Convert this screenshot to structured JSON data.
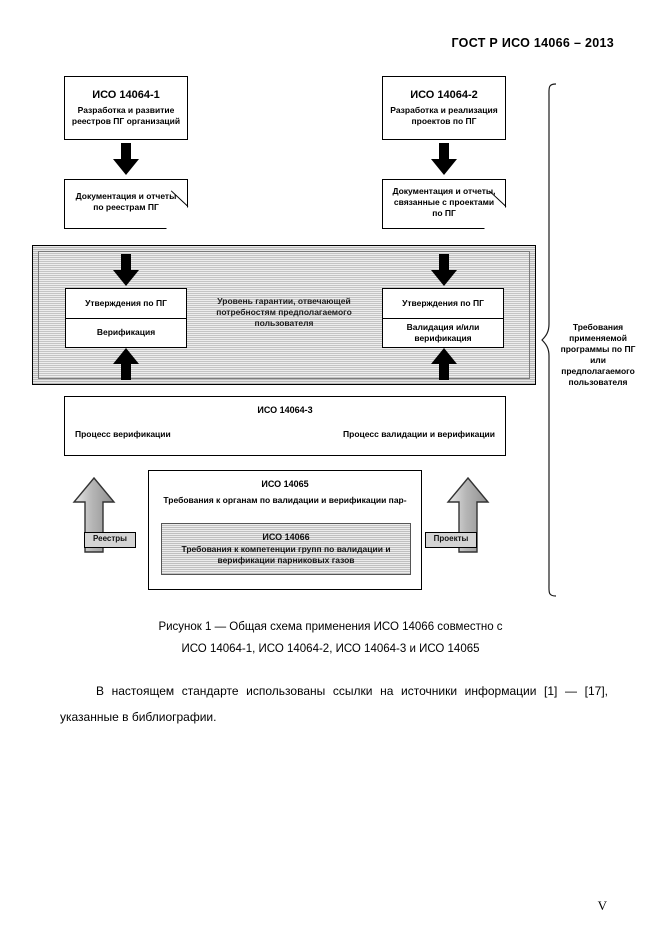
{
  "header": {
    "standard_title": "ГОСТ Р ИСО 14066 – 2013"
  },
  "figure": {
    "iso_14064_1": {
      "title": "ИСО 14064-1",
      "description": "Разработка и развитие реестров ПГ организаций"
    },
    "iso_14064_2": {
      "title": "ИСО 14064-2",
      "description": "Разработка и реализация проектов по ПГ"
    },
    "doc_left": {
      "text": "Документация и отчеты по реестрам ПГ"
    },
    "doc_right": {
      "text": "Документация и отчеты, связанные с проектами по ПГ"
    },
    "assurance_band": {
      "center_text": "Уровень гарантии, отвечающей потребностям предполагаемого пользователя",
      "left_box": {
        "top": "Утверждения по ПГ",
        "bottom": "Верификация"
      },
      "right_box": {
        "top": "Утверждения по ПГ",
        "bottom": "Валидация и/или верификация"
      }
    },
    "iso_14064_3": {
      "title": "ИСО 14064-3",
      "left_process": "Процесс верификации",
      "right_process": "Процесс валидации и верификации"
    },
    "iso_14065": {
      "title": "ИСО 14065",
      "description": "Требования к органам по валидации и верификации пар-"
    },
    "iso_14066": {
      "title": "ИСО 14066",
      "description": "Требования к компетенции групп по валидации и верификации парниковых газов"
    },
    "tag_left": "Реестры",
    "tag_right": "Проекты",
    "brace_label": "Требования применяемой программы по ПГ или предполагаемого пользователя"
  },
  "caption": {
    "line1": "Рисунок 1 — Общая схема применения ИСО 14066 совместно с",
    "line2": "ИСО 14064-1, ИСО 14064-2, ИСО 14064-3 и ИСО 14065"
  },
  "body": {
    "paragraph": "В настоящем стандарте использованы ссылки на источники информации [1] — [17], указанные в библиографии."
  },
  "footer": {
    "page_number": "V"
  }
}
